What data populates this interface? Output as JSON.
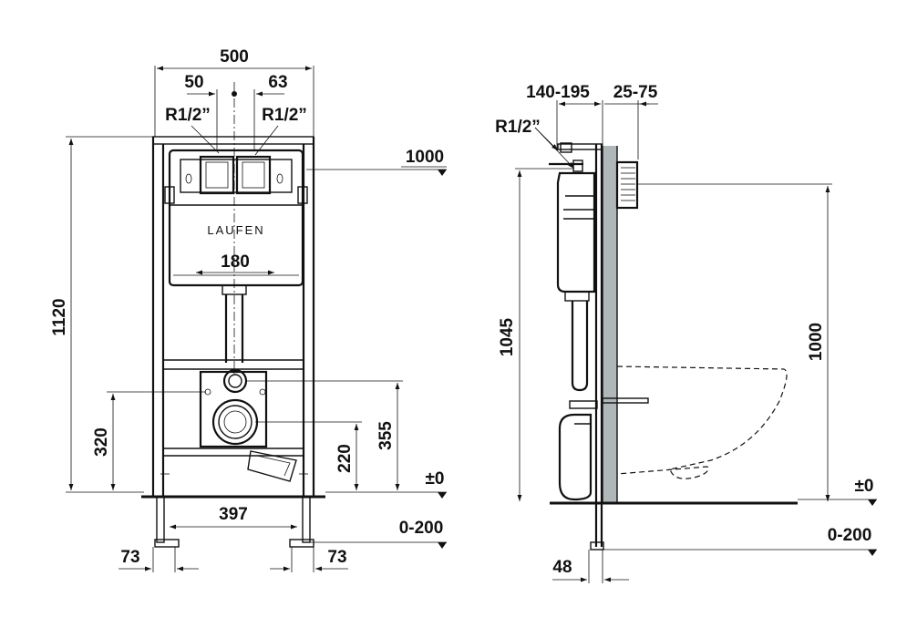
{
  "front_view": {
    "width_total": "500",
    "offset_left": "50",
    "offset_right": "63",
    "thread_left": "R1/2”",
    "thread_right": "R1/2”",
    "height_total": "1120",
    "drain_spacing": "180",
    "brand": "LAUFEN",
    "height_inlet": "320",
    "height_outlet": "220",
    "height_upper": "355",
    "foot_spacing": "397",
    "foot_left": "73",
    "foot_right": "73",
    "ref_top": "1000",
    "ref_floor": "±0",
    "ref_adjust": "0-200"
  },
  "side_view": {
    "depth_range": "140-195",
    "wall_range": "25-75",
    "thread": "R1/2”",
    "height_left": "1045",
    "height_right": "1000",
    "foot_depth": "48",
    "ref_floor": "±0",
    "ref_adjust": "0-200"
  }
}
